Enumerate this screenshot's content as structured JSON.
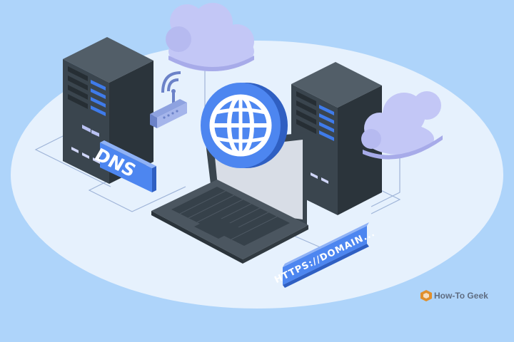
{
  "labels": {
    "dns": "DNS",
    "url": "HTTPS://DOMAIN...",
    "brand": "How-To Geek"
  },
  "icons": {
    "globe": "globe-icon",
    "router": "router-wifi-icon",
    "clouds": "cloud-icon",
    "servers": "server-rack-icon",
    "laptop": "laptop-icon"
  },
  "colors": {
    "background": "#aed4fa",
    "platform": "#e6f1fd",
    "server_dark": "#3a454e",
    "server_side": "#2b343b",
    "accent_blue": "#3f7bea",
    "cloud": "#c3c7f6",
    "label_blue": "#4d86f0"
  }
}
